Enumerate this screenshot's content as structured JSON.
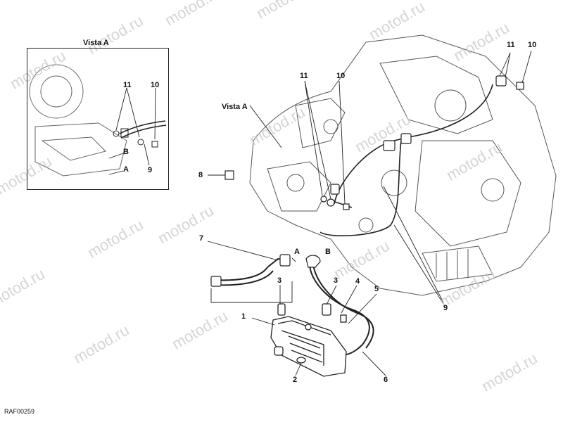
{
  "watermark": {
    "text": "motod.ru"
  },
  "inset": {
    "title": "Vista A",
    "callouts": {
      "c11": "11",
      "c10": "10",
      "c9": "9",
      "cB": "B",
      "cA": "A"
    }
  },
  "main": {
    "vista_label": "Vista A",
    "callouts": {
      "c11_top": "11",
      "c10_top": "10",
      "c11_mid": "11",
      "c10_mid": "10",
      "c8": "8",
      "c7": "7",
      "cA": "A",
      "cB": "B",
      "c3a": "3",
      "c3b": "3",
      "c4": "4",
      "c5": "5",
      "c1": "1",
      "c2": "2",
      "c6": "6",
      "c9": "9"
    }
  },
  "figure_code": "RAF00259"
}
